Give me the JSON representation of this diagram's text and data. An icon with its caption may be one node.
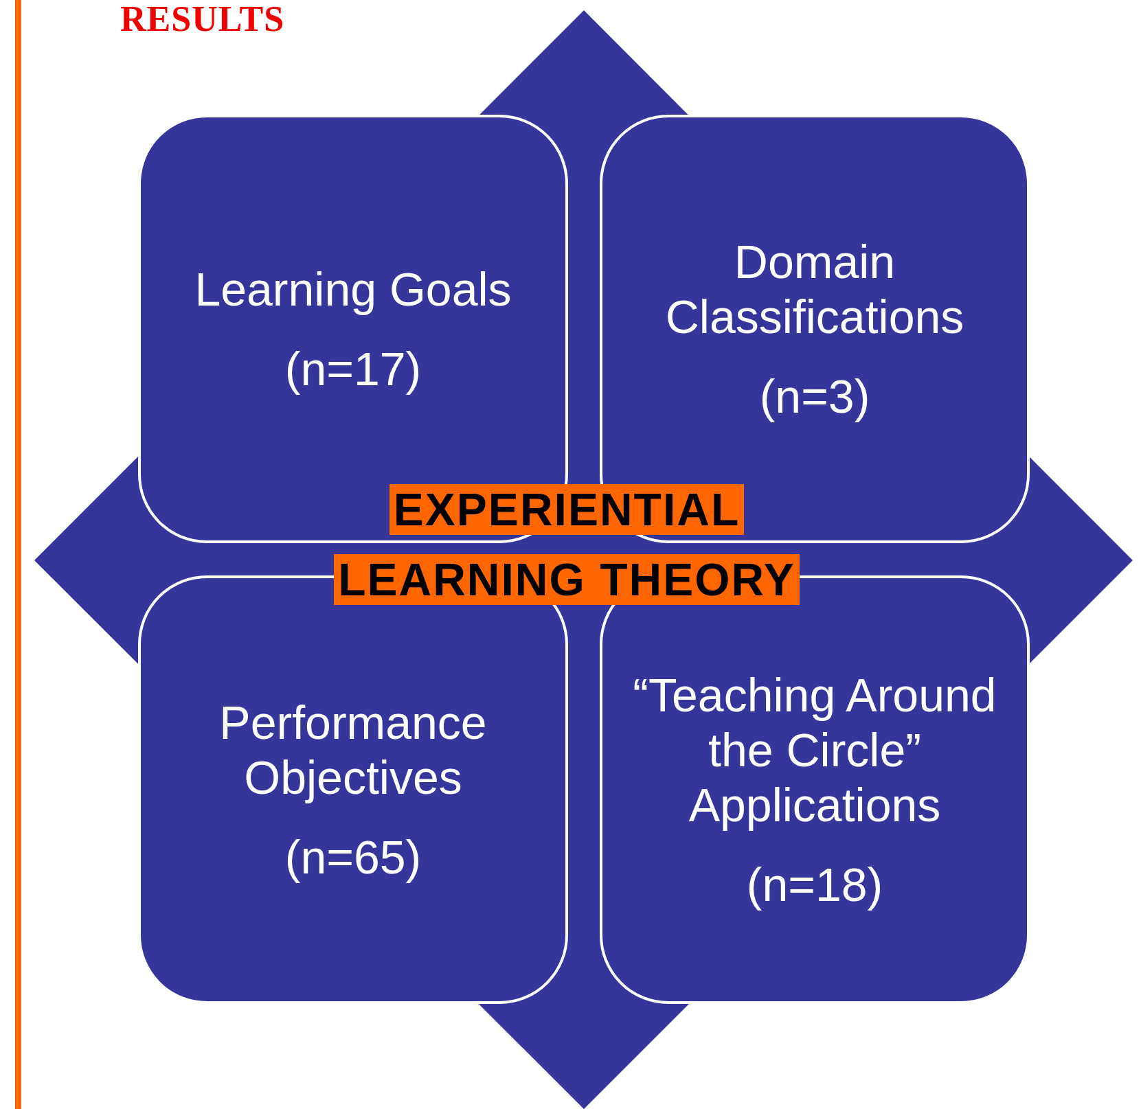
{
  "diagram": {
    "title": "RESULTS",
    "nodes": [
      {
        "text": [
          "Learning Goals",
          "(n=17)"
        ]
      },
      {
        "text": [
          "Domain Classifications",
          "(n=3)"
        ]
      },
      {
        "text": [
          "EXPERIENTIAL LEARNING THEORY"
        ]
      },
      {
        "text": [
          "Performance Objectives",
          "(n=65)"
        ]
      },
      {
        "text": [
          "“Teaching Around the Circle” Applications",
          "(n=18)"
        ]
      }
    ],
    "edges": []
  }
}
